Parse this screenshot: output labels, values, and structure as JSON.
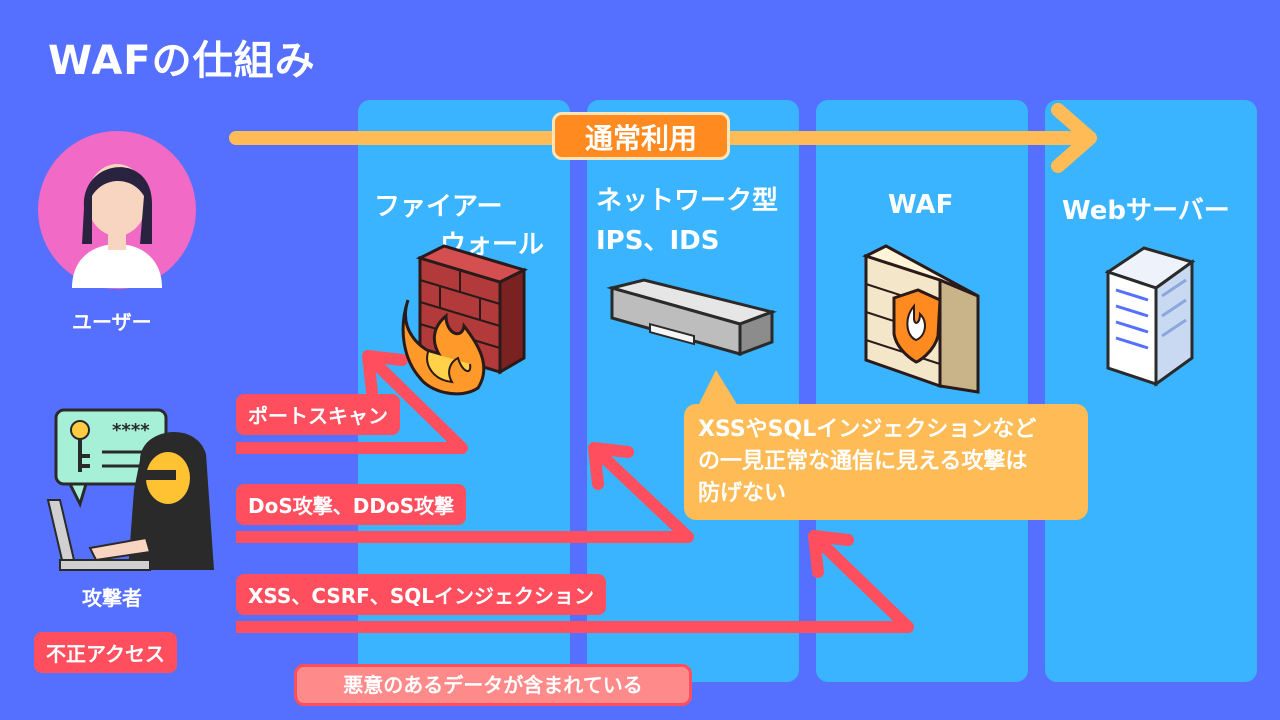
{
  "title": "WAFの仕組み",
  "columns": {
    "firewall": {
      "line1": "ファイアー",
      "line2": "ウォール"
    },
    "ips": {
      "line1": "ネットワーク型",
      "line2": "IPS、IDS"
    },
    "waf": {
      "label": "WAF"
    },
    "server": {
      "label": "Webサーバー"
    }
  },
  "normal_use": "通常利用",
  "user_label": "ユーザー",
  "attacker_label": "攻撃者",
  "unauthorized_access": "不正アクセス",
  "attacks": {
    "port_scan": "ポートスキャン",
    "dos": "DoS攻撃、DDoS攻撃",
    "xss": "XSS、CSRF、SQLインジェクション"
  },
  "callout": {
    "line1": "XSSやSQLインジェクションなど",
    "line2": "の一見正常な通信に見える攻撃は",
    "line3": "防げない"
  },
  "malicious_data": "悪意のあるデータが含まれている",
  "colors": {
    "background": "#5570ff",
    "column": "#3ab4ff",
    "attack": "#ff4f5e",
    "normal_arrow": "#ffbb55",
    "usage_tag": "#ff8a1f"
  }
}
